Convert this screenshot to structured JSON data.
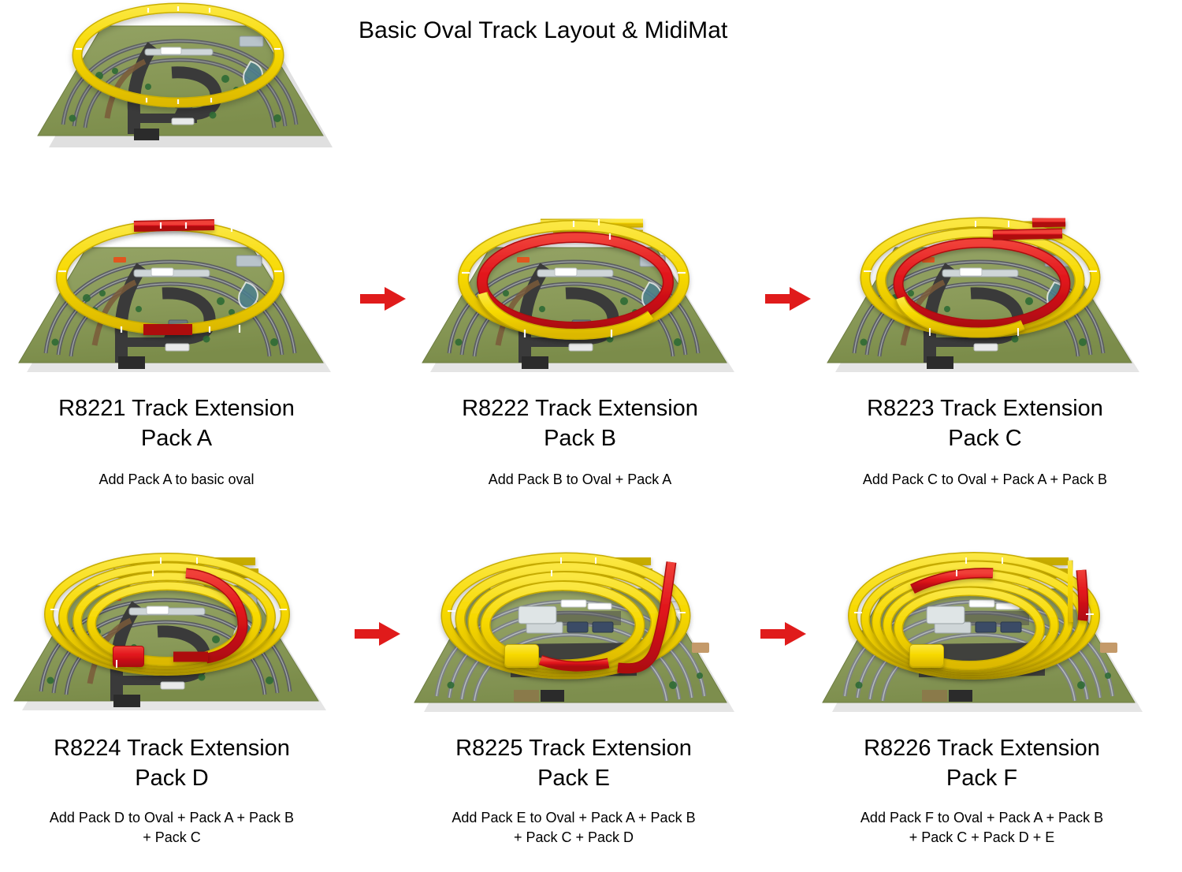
{
  "header": {
    "title": "Basic Oval Track Layout & MidiMat"
  },
  "hero": {
    "name": "basic-oval-layout-photo",
    "alt": "Basic oval track layout on MidiMat"
  },
  "colors": {
    "yellow_track": "#f7d900",
    "yellow_track_dark": "#d8b400",
    "red_track": "#e1141b",
    "red_track_dark": "#b50d12",
    "arrow_red": "#e01b1b",
    "mat_grass": "#8f9e5d",
    "mat_grass_light": "#a3ae72",
    "mat_grass_dark": "#76873f",
    "mat_road": "#3b3b3b",
    "mat_track_grey": "#6d6f70",
    "mat_track_grey_light": "#9aa0a2",
    "text": "#000000",
    "page_background": "#ffffff"
  },
  "arrows": [
    {
      "name": "arrow-pack-a-to-b",
      "direction": "right"
    },
    {
      "name": "arrow-pack-b-to-c",
      "direction": "right"
    },
    {
      "name": "arrow-pack-d-to-e",
      "direction": "right"
    },
    {
      "name": "arrow-pack-e-to-f",
      "direction": "right"
    }
  ],
  "panels": [
    {
      "id": "r8221",
      "title": "R8221 Track Extension\nPack A",
      "subtitle": "Add Pack A to basic oval",
      "mat": "midimat-v1",
      "rings": 1,
      "red_segments": 2
    },
    {
      "id": "r8222",
      "title": "R8222 Track Extension\nPack B",
      "subtitle": "Add Pack B to Oval + Pack A",
      "mat": "midimat-v1",
      "rings": 2,
      "red_segments": 5
    },
    {
      "id": "r8223",
      "title": "R8223 Track Extension\nPack C",
      "subtitle": "Add Pack C to Oval + Pack A + Pack B",
      "mat": "midimat-v1",
      "rings": 3,
      "red_segments": 6
    },
    {
      "id": "r8224",
      "title": "R8224 Track Extension\nPack D",
      "subtitle": "Add Pack D to Oval + Pack A + Pack B\n+ Pack C",
      "mat": "midimat-v1",
      "rings": 4,
      "red_segments": 4
    },
    {
      "id": "r8225",
      "title": "R8225 Track Extension\nPack E",
      "subtitle": "Add Pack E to Oval + Pack A + Pack B\n+ Pack C + Pack D",
      "mat": "midimat-v2",
      "rings": 4,
      "red_segments": 4
    },
    {
      "id": "r8226",
      "title": "R8226 Track Extension\nPack F",
      "subtitle": "Add Pack F to Oval + Pack A + Pack B\n+ Pack C + Pack D + E",
      "mat": "midimat-v2",
      "rings": 5,
      "red_segments": 5
    }
  ]
}
